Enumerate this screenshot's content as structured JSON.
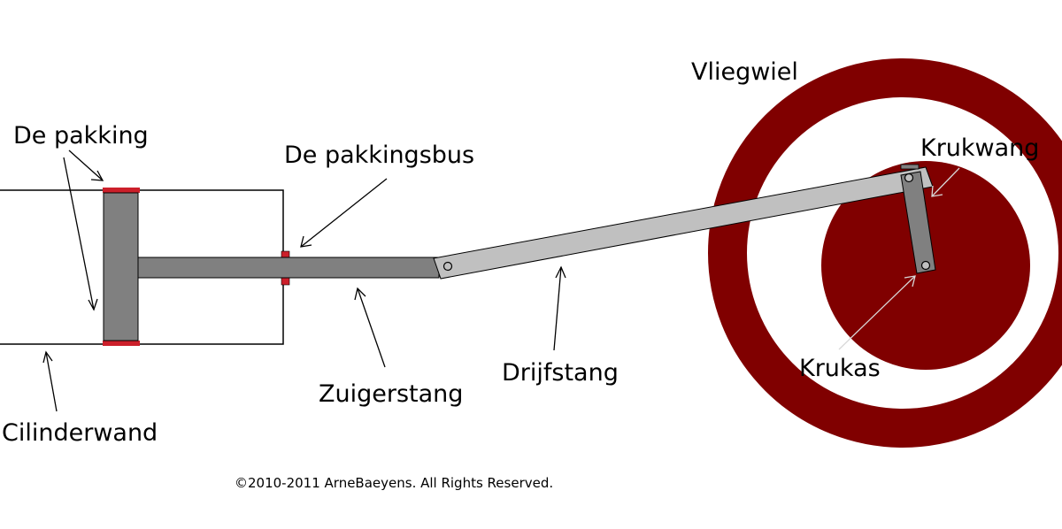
{
  "labels": {
    "pakking": "De pakking",
    "pakkingsbus": "De pakkingsbus",
    "vliegwiel": "Vliegwiel",
    "krukwang": "Krukwang",
    "zuigerstang": "Zuigerstang",
    "drijfstang": "Drijfstang",
    "krukas": "Krukas",
    "cilinderwand": "Cilinderwand"
  },
  "copyright": "©2010-2011 ArneBaeyens. All Rights Reserved.",
  "colors": {
    "flywheel": "#800000",
    "seal": "#cc1f2a",
    "steel_dark": "#808080",
    "steel_light": "#c0c0c0",
    "outline": "#000000",
    "pointer_light": "#d8d8d8"
  }
}
